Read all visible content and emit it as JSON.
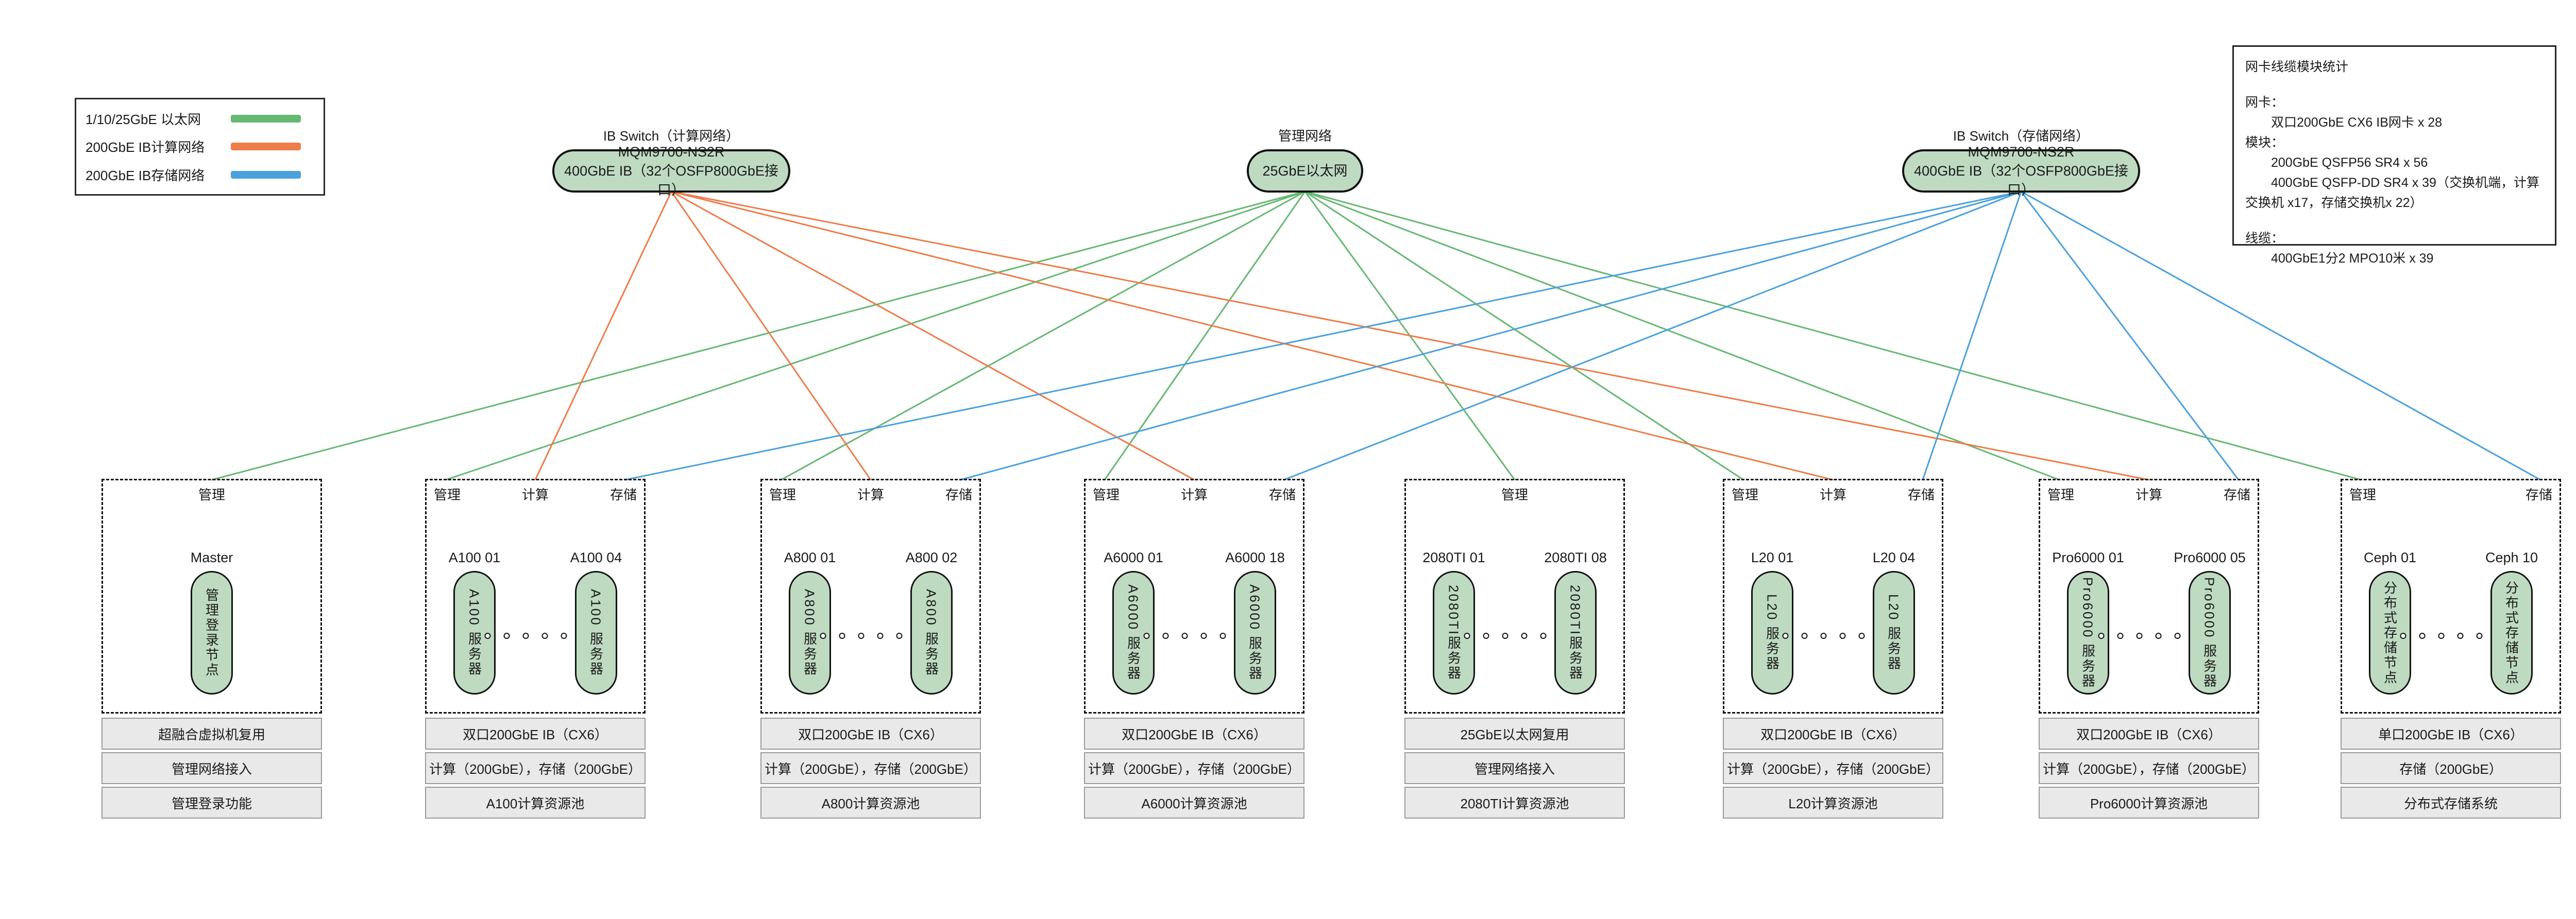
{
  "colors": {
    "ethernet": "#66b873",
    "compute": "#ed7d4b",
    "storage": "#4aa1dd"
  },
  "legend": {
    "items": [
      {
        "label": "1/10/25GbE 以太网",
        "net": "ethernet"
      },
      {
        "label": "200GbE IB计算网络",
        "net": "compute"
      },
      {
        "label": "200GbE IB存储网络",
        "net": "storage"
      }
    ]
  },
  "switches": {
    "compute": {
      "label": "IB Switch（计算网络）",
      "lines": [
        "MQM9700-NS2R",
        "400GbE IB（32个OSFP800GbE接口）"
      ]
    },
    "mgmt": {
      "label": "管理网络",
      "lines": [
        "25GbE以太网"
      ]
    },
    "storage": {
      "label": "IB Switch（存储网络）",
      "lines": [
        "MQM9700-NS2R",
        "400GbE IB（32个OSFP800GbE接口）"
      ]
    }
  },
  "info_box": {
    "lines": [
      "网卡线缆模块统计",
      "网卡：",
      "双口200GbE CX6 IB网卡 x 28",
      "模块：",
      "200GbE QSFP56 SR4 x 56",
      "400GbE QSFP-DD SR4 x 39（交换机端，计算交换机 x17，存储交换机x 22）",
      "线缆：",
      "400GbE1分2 MPO10米 x 39"
    ]
  },
  "groups": [
    {
      "id": "master",
      "headers": {
        "left": "",
        "center": "管理",
        "right": ""
      },
      "nodes": [
        {
          "label": "Master",
          "body": "管理登录节点"
        }
      ],
      "rows": [
        "超融合虚拟机复用",
        "管理网络接入",
        "管理登录功能"
      ]
    },
    {
      "id": "a100",
      "headers": {
        "left": "管理",
        "center": "计算",
        "right": "存储"
      },
      "nodes": [
        {
          "label": "A100 01",
          "body": "A100 服务器"
        },
        {
          "label": "A100 04",
          "body": "A100 服务器"
        }
      ],
      "rows": [
        "双口200GbE IB（CX6）",
        "计算（200GbE），存储（200GbE）",
        "A100计算资源池"
      ]
    },
    {
      "id": "a800",
      "headers": {
        "left": "管理",
        "center": "计算",
        "right": "存储"
      },
      "nodes": [
        {
          "label": "A800 01",
          "body": "A800 服务器"
        },
        {
          "label": "A800 02",
          "body": "A800 服务器"
        }
      ],
      "rows": [
        "双口200GbE IB（CX6）",
        "计算（200GbE），存储（200GbE）",
        "A800计算资源池"
      ]
    },
    {
      "id": "a6000",
      "headers": {
        "left": "管理",
        "center": "计算",
        "right": "存储"
      },
      "nodes": [
        {
          "label": "A6000 01",
          "body": "A6000 服务器"
        },
        {
          "label": "A6000 18",
          "body": "A6000 服务器"
        }
      ],
      "rows": [
        "双口200GbE IB（CX6）",
        "计算（200GbE），存储（200GbE）",
        "A6000计算资源池"
      ]
    },
    {
      "id": "2080ti",
      "headers": {
        "left": "",
        "center": "管理",
        "right": ""
      },
      "nodes": [
        {
          "label": "2080TI 01",
          "body": "2080TI服务器"
        },
        {
          "label": "2080TI 08",
          "body": "2080TI服务器"
        }
      ],
      "rows": [
        "25GbE以太网复用",
        "管理网络接入",
        "2080TI计算资源池"
      ]
    },
    {
      "id": "l20",
      "headers": {
        "left": "管理",
        "center": "计算",
        "right": "存储"
      },
      "nodes": [
        {
          "label": "L20 01",
          "body": "L20 服务器"
        },
        {
          "label": "L20 04",
          "body": "L20 服务器"
        }
      ],
      "rows": [
        "双口200GbE IB（CX6）",
        "计算（200GbE），存储（200GbE）",
        "L20计算资源池"
      ]
    },
    {
      "id": "pro6000",
      "headers": {
        "left": "管理",
        "center": "计算",
        "right": "存储"
      },
      "nodes": [
        {
          "label": "Pro6000 01",
          "body": "Pro6000 服务器"
        },
        {
          "label": "Pro6000 05",
          "body": "Pro6000 服务器"
        }
      ],
      "rows": [
        "双口200GbE IB（CX6）",
        "计算（200GbE），存储（200GbE）",
        "Pro6000计算资源池"
      ]
    },
    {
      "id": "ceph",
      "headers": {
        "left": "管理",
        "center": "",
        "right": "存储"
      },
      "nodes": [
        {
          "label": "Ceph 01",
          "body": "分布式存储节点"
        },
        {
          "label": "Ceph 10",
          "body": "分布式存储节点"
        }
      ],
      "rows": [
        "单口200GbE IB（CX6）",
        "存储（200GbE）",
        "分布式存储系统"
      ]
    }
  ],
  "connections": [
    {
      "from": "mgmt",
      "to": 0,
      "anchor": "center",
      "net": "ethernet"
    },
    {
      "from": "mgmt",
      "to": 1,
      "anchor": "left",
      "net": "ethernet"
    },
    {
      "from": "mgmt",
      "to": 2,
      "anchor": "left",
      "net": "ethernet"
    },
    {
      "from": "mgmt",
      "to": 3,
      "anchor": "left",
      "net": "ethernet"
    },
    {
      "from": "mgmt",
      "to": 4,
      "anchor": "center",
      "net": "ethernet"
    },
    {
      "from": "mgmt",
      "to": 5,
      "anchor": "left",
      "net": "ethernet"
    },
    {
      "from": "mgmt",
      "to": 6,
      "anchor": "left",
      "net": "ethernet"
    },
    {
      "from": "mgmt",
      "to": 7,
      "anchor": "left",
      "net": "ethernet"
    },
    {
      "from": "compute",
      "to": 1,
      "anchor": "center",
      "net": "compute"
    },
    {
      "from": "compute",
      "to": 2,
      "anchor": "center",
      "net": "compute"
    },
    {
      "from": "compute",
      "to": 3,
      "anchor": "center",
      "net": "compute"
    },
    {
      "from": "compute",
      "to": 5,
      "anchor": "center",
      "net": "compute"
    },
    {
      "from": "compute",
      "to": 6,
      "anchor": "center",
      "net": "compute"
    },
    {
      "from": "storage",
      "to": 1,
      "anchor": "right",
      "net": "storage"
    },
    {
      "from": "storage",
      "to": 2,
      "anchor": "right",
      "net": "storage"
    },
    {
      "from": "storage",
      "to": 3,
      "anchor": "right",
      "net": "storage"
    },
    {
      "from": "storage",
      "to": 5,
      "anchor": "right",
      "net": "storage"
    },
    {
      "from": "storage",
      "to": 6,
      "anchor": "right",
      "net": "storage"
    },
    {
      "from": "storage",
      "to": 7,
      "anchor": "right",
      "net": "storage"
    }
  ]
}
